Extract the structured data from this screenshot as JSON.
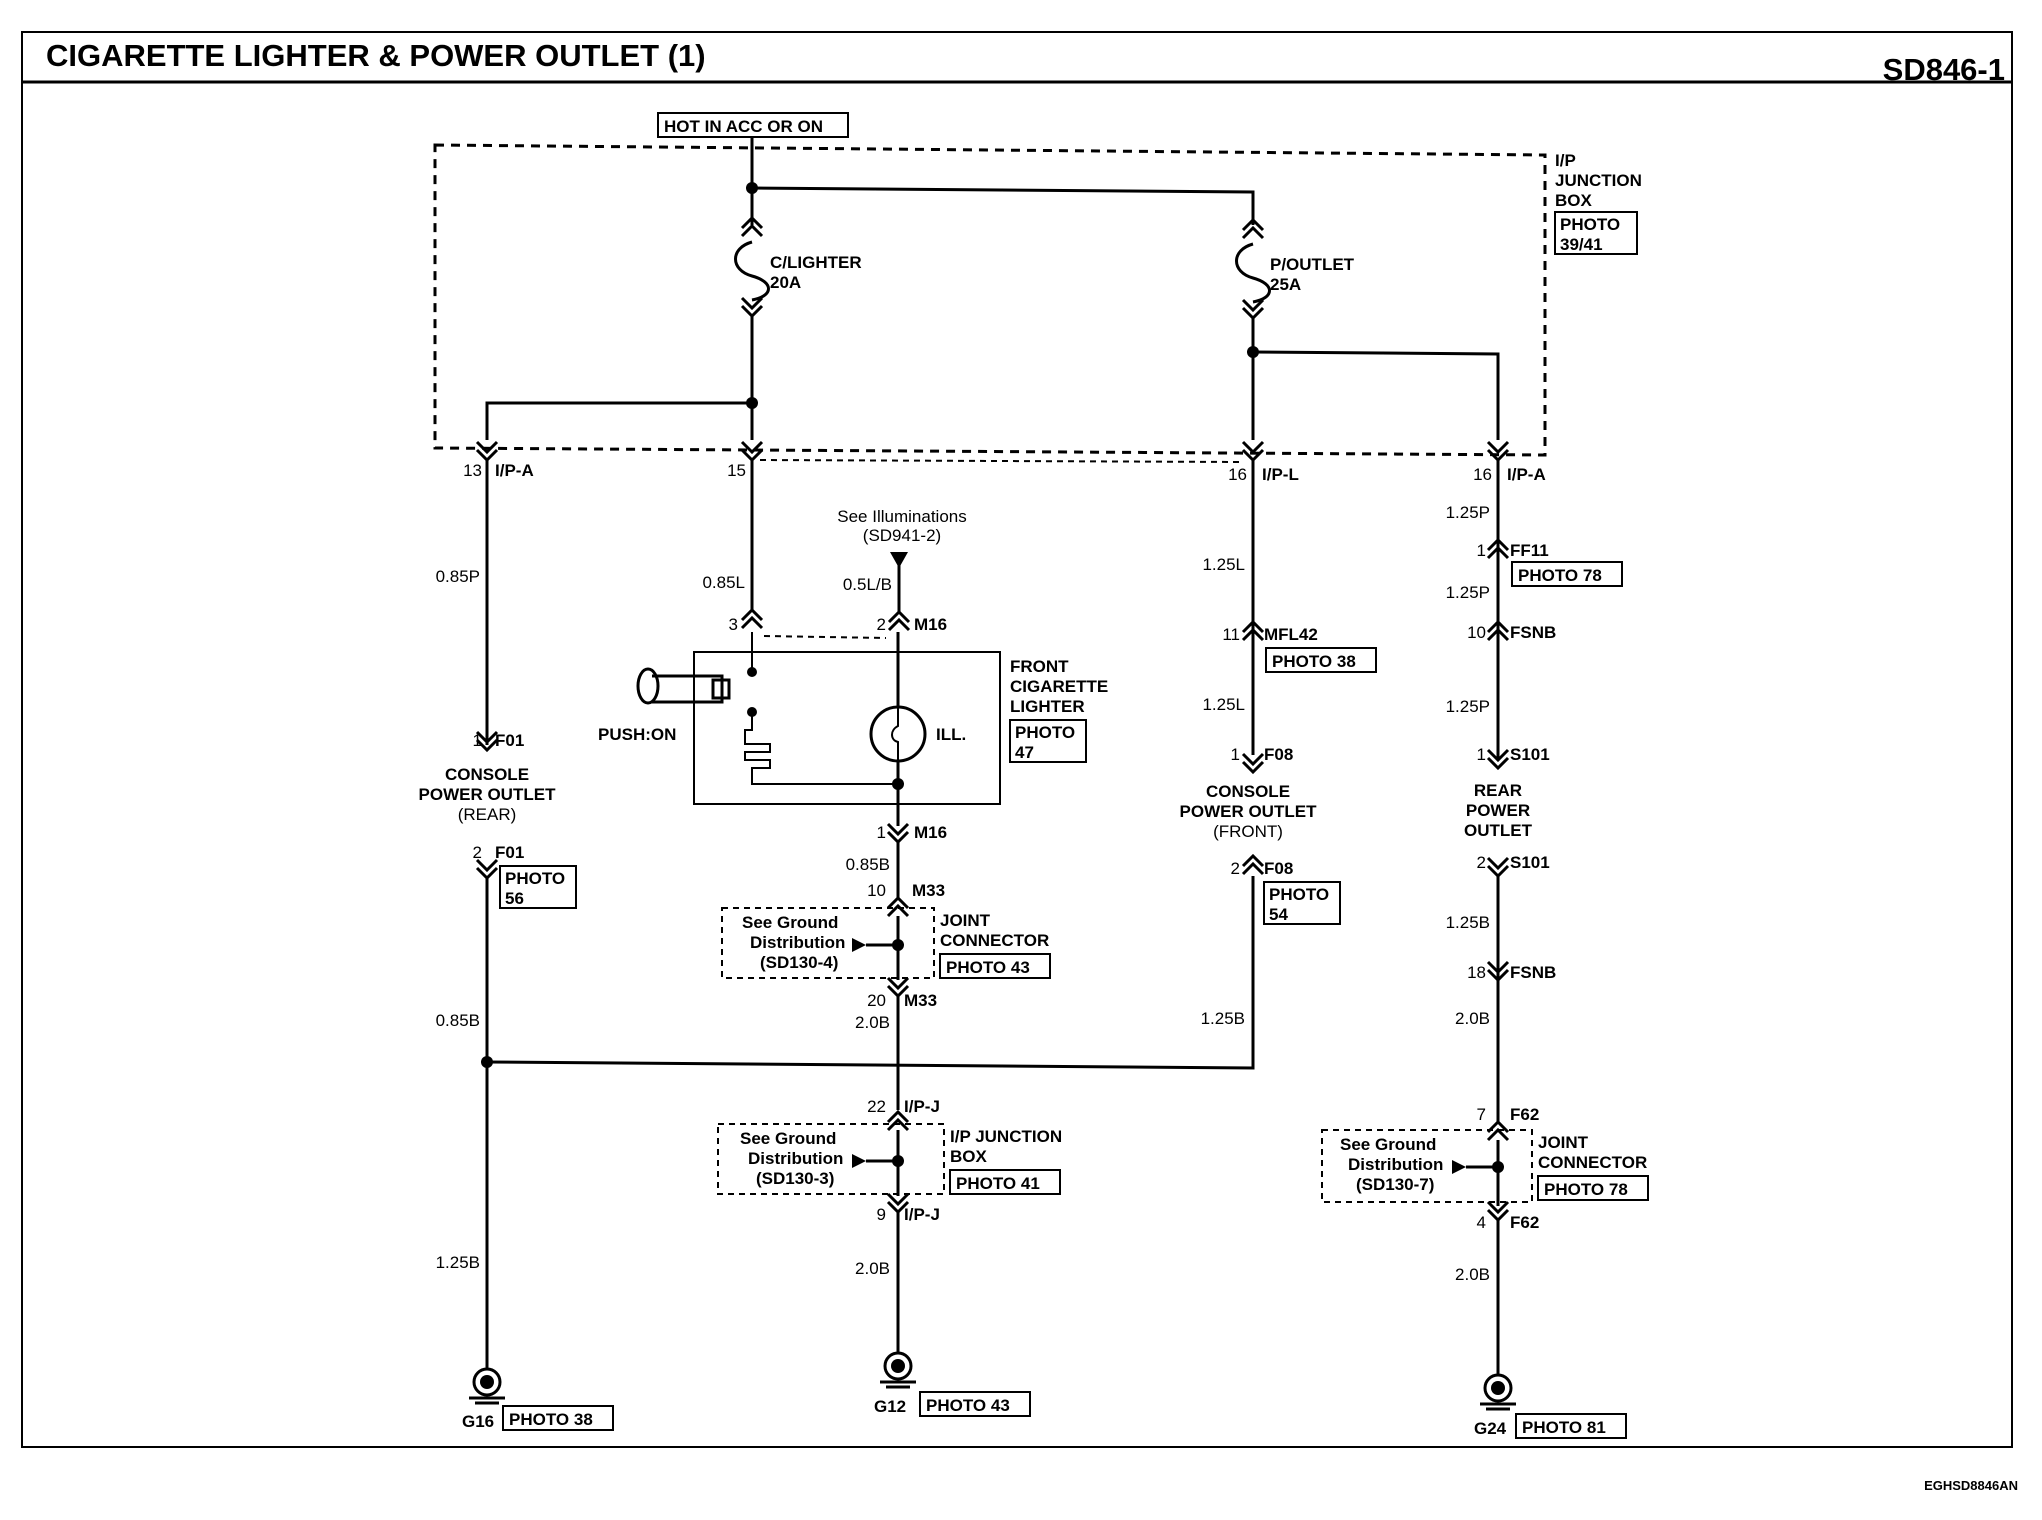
{
  "header": {
    "title": "CIGARETTE LIGHTER & POWER OUTLET (1)",
    "code": "SD846-1"
  },
  "footer": {
    "code": "EGHSD8846AN"
  },
  "supply": {
    "label": "HOT IN ACC OR ON"
  },
  "junction_box": {
    "line1": "I/P",
    "line2": "JUNCTION",
    "line3": "BOX",
    "photo1": "PHOTO",
    "photo2": "39/41"
  },
  "fuses": {
    "lighter_name": "C/LIGHTER",
    "lighter_amp": "20A",
    "outlet_name": "P/OUTLET",
    "outlet_amp": "25A"
  },
  "connectors": {
    "c13": "13",
    "c13_name": "I/P-A",
    "c15": "15",
    "c16a": "16",
    "c16a_name": "I/P-L",
    "c16b": "16",
    "c16b_name": "I/P-A",
    "f01_1": "1",
    "f01_1_name": "F01",
    "f01_2": "2",
    "f01_2_name": "F01",
    "m16_3": "3",
    "m16_2": "2",
    "m16_2_name": "M16",
    "m16_1": "1",
    "m16_1_name": "M16",
    "m33_10": "10",
    "m33_10_name": "M33",
    "m33_20": "20",
    "m33_20_name": "M33",
    "ipj_22": "22",
    "ipj_22_name": "I/P-J",
    "ipj_9": "9",
    "ipj_9_name": "I/P-J",
    "mfl42_11": "11",
    "mfl42_name": "MFL42",
    "f08_1": "1",
    "f08_1_name": "F08",
    "f08_2": "2",
    "f08_2_name": "F08",
    "ff11_1": "1",
    "ff11_name": "FF11",
    "fsnb_10": "10",
    "fsnb_10_name": "FSNB",
    "s101_1": "1",
    "s101_1_name": "S101",
    "s101_2": "2",
    "s101_2_name": "S101",
    "fsnb_18": "18",
    "fsnb_18_name": "FSNB",
    "f62_7": "7",
    "f62_7_name": "F62",
    "f62_4": "4",
    "f62_4_name": "F62"
  },
  "wires": {
    "w_085p": "0.85P",
    "w_085l": "0.85L",
    "w_05lb": "0.5L/B",
    "w_085b_m": "0.85B",
    "w_20b_m": "2.0B",
    "w_085b_l": "0.85B",
    "w_125b_l": "1.25B",
    "w_20b_g12": "2.0B",
    "w_125l_a": "1.25L",
    "w_125l_b": "1.25L",
    "w_125b_f": "1.25B",
    "w_125p_a": "1.25P",
    "w_125p_b": "1.25P",
    "w_125p_c": "1.25P",
    "w_125b_r": "1.25B",
    "w_20b_r1": "2.0B",
    "w_20b_r2": "2.0B"
  },
  "components": {
    "console_rear_1": "CONSOLE",
    "console_rear_2": "POWER OUTLET",
    "console_rear_3": "(REAR)",
    "photo_56_a": "PHOTO",
    "photo_56_b": "56",
    "lighter_1": "FRONT",
    "lighter_2": "CIGARETTE",
    "lighter_3": "LIGHTER",
    "photo_47_a": "PHOTO",
    "photo_47_b": "47",
    "push_on": "PUSH:ON",
    "ill": "ILL.",
    "illum_1": "See Illuminations",
    "illum_2": "(SD941-2)",
    "console_front_1": "CONSOLE",
    "console_front_2": "POWER OUTLET",
    "console_front_3": "(FRONT)",
    "photo_54_a": "PHOTO",
    "photo_54_b": "54",
    "rear_outlet_1": "REAR",
    "rear_outlet_2": "POWER",
    "rear_outlet_3": "OUTLET",
    "photo_38_mfl": "PHOTO 38",
    "photo_78_ff11": "PHOTO 78"
  },
  "joints": {
    "j1_see": "See Ground",
    "j1_dist": "Distribution",
    "j1_ref": "(SD130-4)",
    "j1_name1": "JOINT",
    "j1_name2": "CONNECTOR",
    "j1_photo": "PHOTO 43",
    "j2_see": "See Ground",
    "j2_dist": "Distribution",
    "j2_ref": "(SD130-3)",
    "j2_name1": "I/P JUNCTION",
    "j2_name2": "BOX",
    "j2_photo": "PHOTO 41",
    "j3_see": "See Ground",
    "j3_dist": "Distribution",
    "j3_ref": "(SD130-7)",
    "j3_name1": "JOINT",
    "j3_name2": "CONNECTOR",
    "j3_photo": "PHOTO 78"
  },
  "grounds": {
    "g16": "G16",
    "g16_photo": "PHOTO 38",
    "g12": "G12",
    "g12_photo": "PHOTO 43",
    "g24": "G24",
    "g24_photo": "PHOTO 81"
  }
}
